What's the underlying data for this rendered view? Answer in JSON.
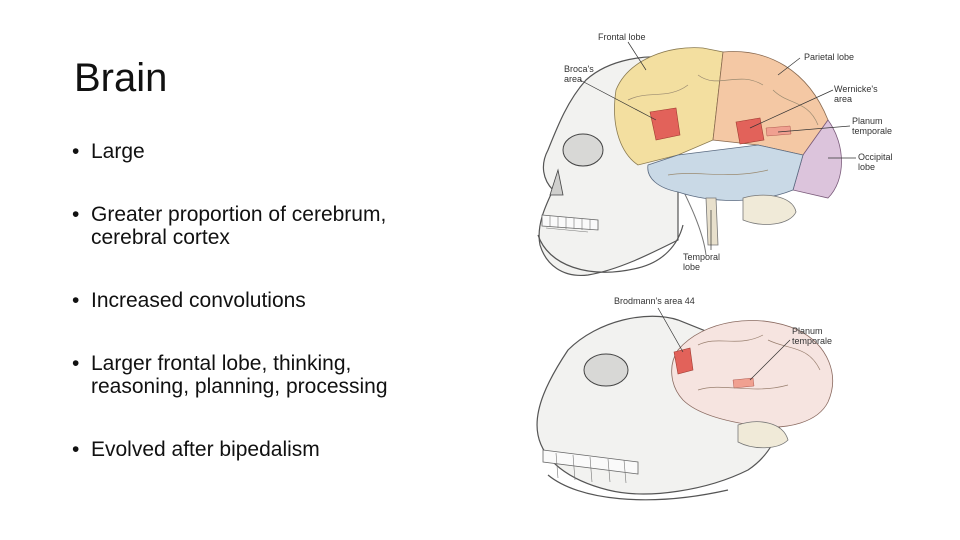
{
  "slide": {
    "title": "Brain",
    "bullets": [
      {
        "lines": [
          "Large"
        ]
      },
      {
        "lines": [
          "Greater proportion of cerebrum,",
          "cerebral cortex"
        ]
      },
      {
        "lines": [
          "Increased convolutions"
        ]
      },
      {
        "lines": [
          "Larger frontal lobe, thinking,",
          "reasoning, planning, processing"
        ]
      },
      {
        "lines": [
          "Evolved after bipedalism"
        ]
      }
    ],
    "bullet_glyph": "•"
  },
  "figure": {
    "human_labels": {
      "frontal_lobe": "Frontal lobe",
      "parietal_lobe": "Parietal lobe",
      "brocas_area_1": "Broca's",
      "brocas_area_2": "area",
      "wernickes_area_1": "Wernicke's",
      "wernickes_area_2": "area",
      "planum_temporale_1": "Planum",
      "planum_temporale_2": "temporale",
      "occipital_lobe_1": "Occipital",
      "occipital_lobe_2": "lobe",
      "temporal_lobe_1": "Temporal",
      "temporal_lobe_2": "lobe"
    },
    "ape_labels": {
      "brodmanns_area": "Brodmann's area 44",
      "planum_temporale_1": "Planum",
      "planum_temporale_2": "temporale"
    },
    "colors": {
      "frontal": "#f3dfa0",
      "parietal": "#f4c8a4",
      "temporal": "#c9d9e6",
      "occipital": "#dcc4dc",
      "broca": "#e2625a",
      "ape_brain": "#f6e4e0",
      "bone": "#f2f2f0"
    }
  }
}
